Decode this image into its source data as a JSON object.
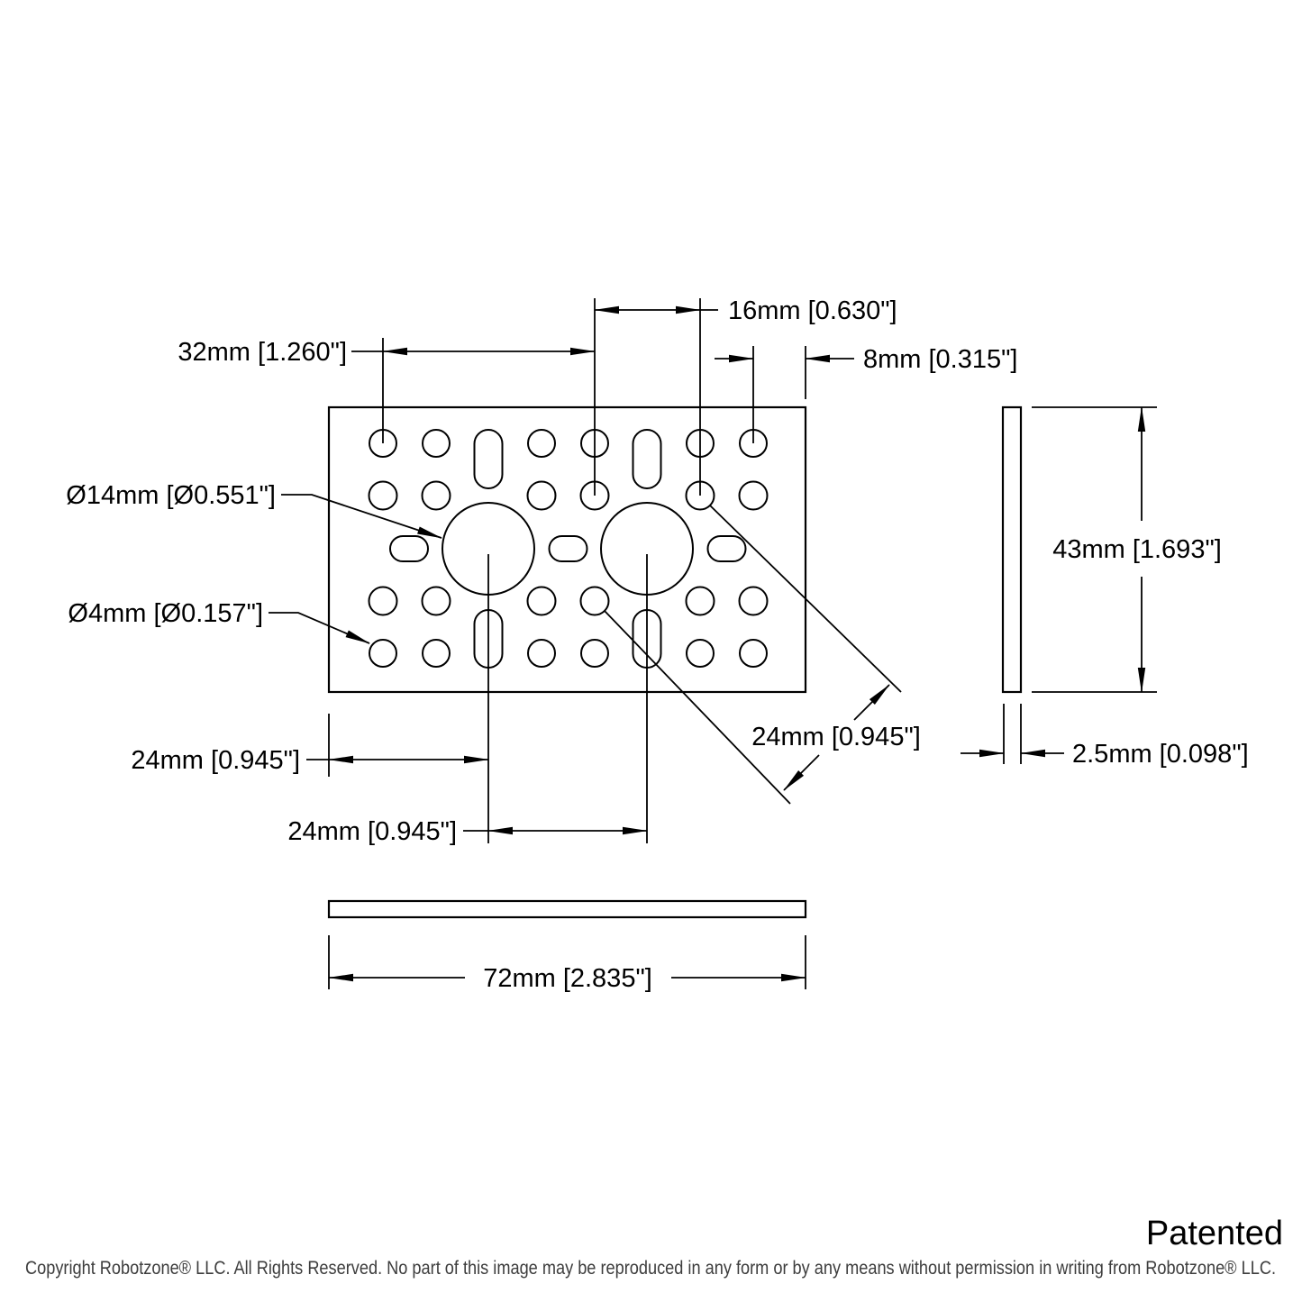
{
  "page": {
    "background": "#ffffff",
    "line_color": "#000000",
    "text_color": "#000000",
    "copyright_color": "#3d3d3d"
  },
  "labels": {
    "patented": "Patented",
    "copyright": "Copyright Robotzone® LLC.  All Rights Reserved. No part of this image may be reproduced in any form or by any means without permission in writing from Robotzone® LLC."
  },
  "dims": {
    "d16": {
      "label": "16mm [0.630\"]"
    },
    "d32": {
      "label": "32mm [1.260\"]"
    },
    "d8": {
      "label": "8mm [0.315\"]"
    },
    "dia14": {
      "label": "Ø14mm [Ø0.551\"]"
    },
    "dia4": {
      "label": "Ø4mm [Ø0.157\"]"
    },
    "d43": {
      "label": "43mm [1.693\"]"
    },
    "d24_diagonal": {
      "label": "24mm [0.945\"]"
    },
    "d24_left": {
      "label": "24mm [0.945\"]"
    },
    "d24_center": {
      "label": "24mm [0.945\"]"
    },
    "d2_5": {
      "label": "2.5mm [0.098\"]"
    },
    "d72": {
      "label": "72mm [2.835\"]"
    }
  }
}
